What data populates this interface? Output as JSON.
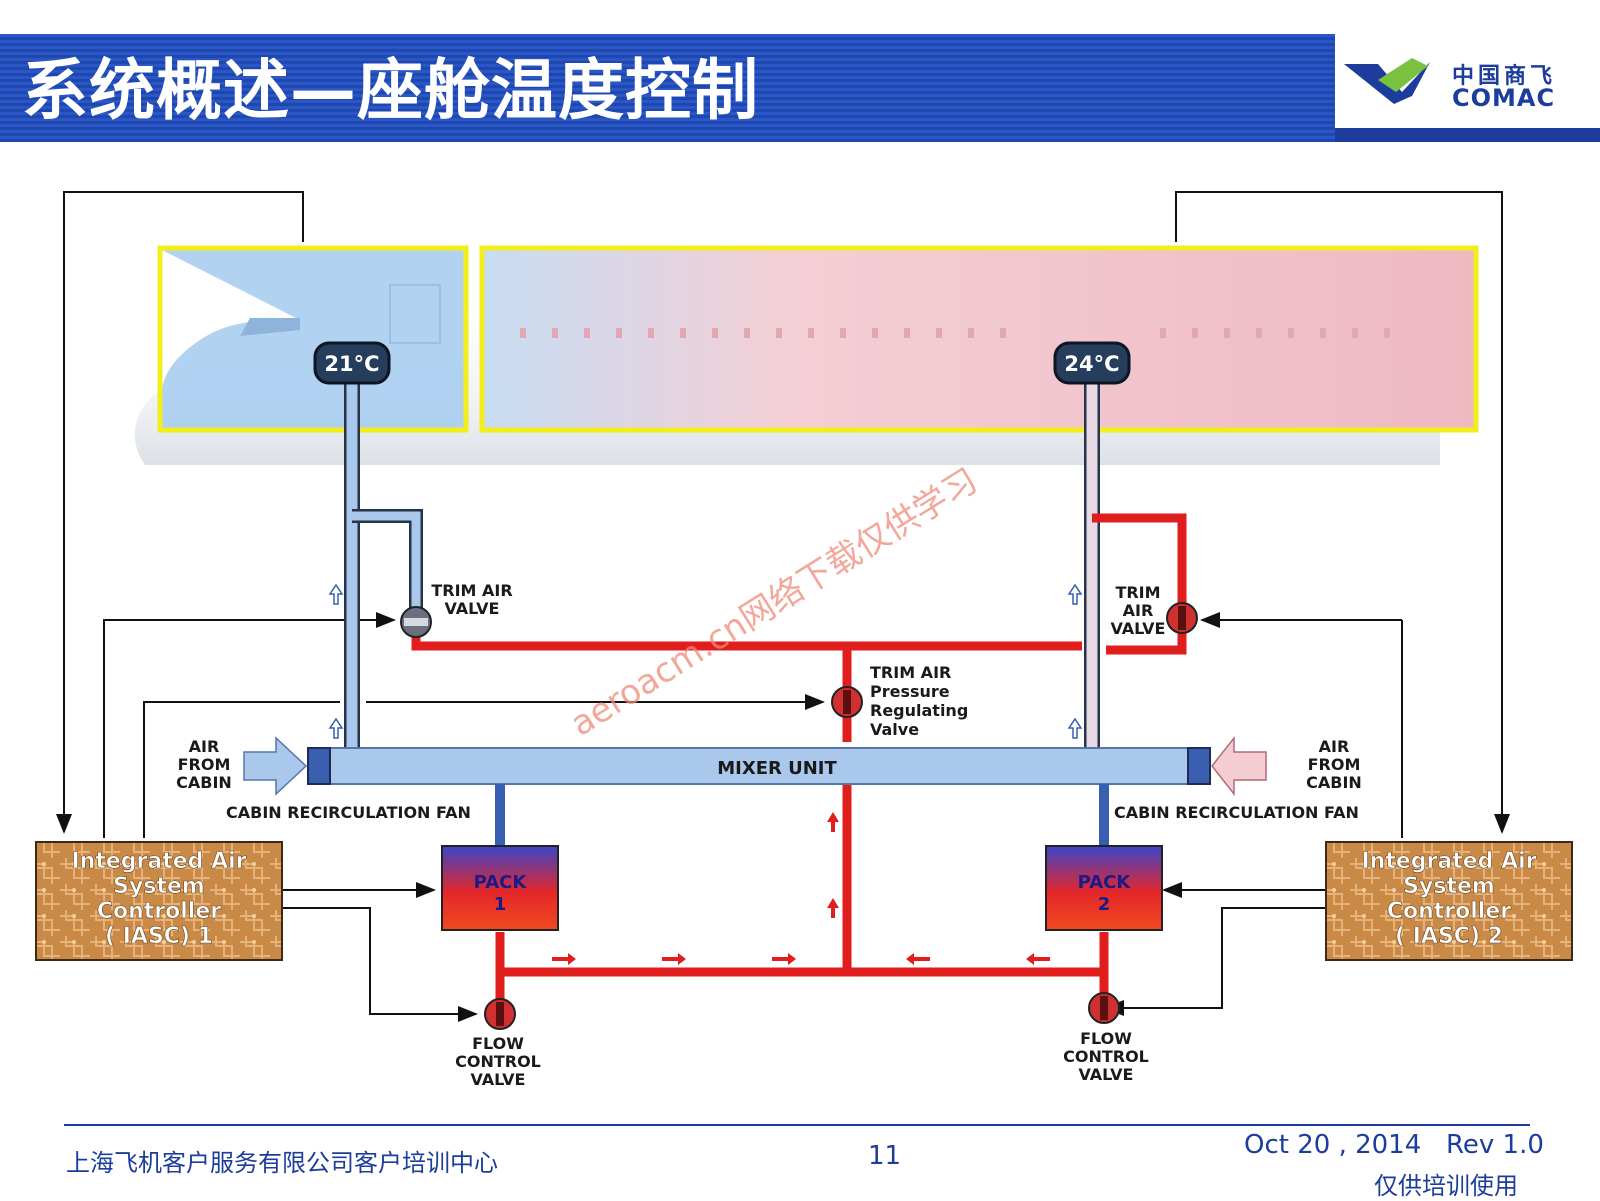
{
  "header": {
    "title": "系统概述—座舱温度控制",
    "logo_cn": "中国商飞",
    "logo_en": "COMAC"
  },
  "diagram": {
    "temp_left": "21°C",
    "temp_right": "24°C",
    "trim_air_valve_left": [
      "TRIM AIR",
      "VALVE"
    ],
    "trim_air_valve_right": [
      "TRIM",
      "AIR",
      "VALVE"
    ],
    "trim_air_prv": [
      "TRIM AIR",
      "Pressure",
      "Regulating",
      "Valve"
    ],
    "air_from_cabin_left": [
      "AIR",
      "FROM",
      "CABIN"
    ],
    "air_from_cabin_right": [
      "AIR",
      "FROM",
      "CABIN"
    ],
    "mixer_unit": "MIXER UNIT",
    "recirc_fan_left": "CABIN RECIRCULATION FAN",
    "recirc_fan_right": "CABIN RECIRCULATION FAN",
    "pack1": [
      "PACK",
      "1"
    ],
    "pack2": [
      "PACK",
      "2"
    ],
    "iasc1": [
      "Integrated Air",
      "System",
      "Controller",
      "( IASC) 1"
    ],
    "iasc2": [
      "Integrated Air",
      "System",
      "Controller",
      "( IASC) 2"
    ],
    "fcv_left": [
      "FLOW",
      "CONTROL",
      "VALVE"
    ],
    "fcv_right": [
      "FLOW",
      "CONTROL",
      "VALVE"
    ],
    "watermark": "aeroacm.cn网络下载仅供学习"
  },
  "footer": {
    "company": "上海飞机客户服务有限公司客户培训中心",
    "page": "11",
    "date": "Oct 20 , 2014",
    "rev": "Rev 1.0",
    "note": "仅供培训使用"
  },
  "colors": {
    "brand_blue": "#1c3d9c",
    "duct_blue": "#a9c8ec",
    "duct_red": "#e01e1e",
    "zone_outline": "#f2ee1c"
  }
}
